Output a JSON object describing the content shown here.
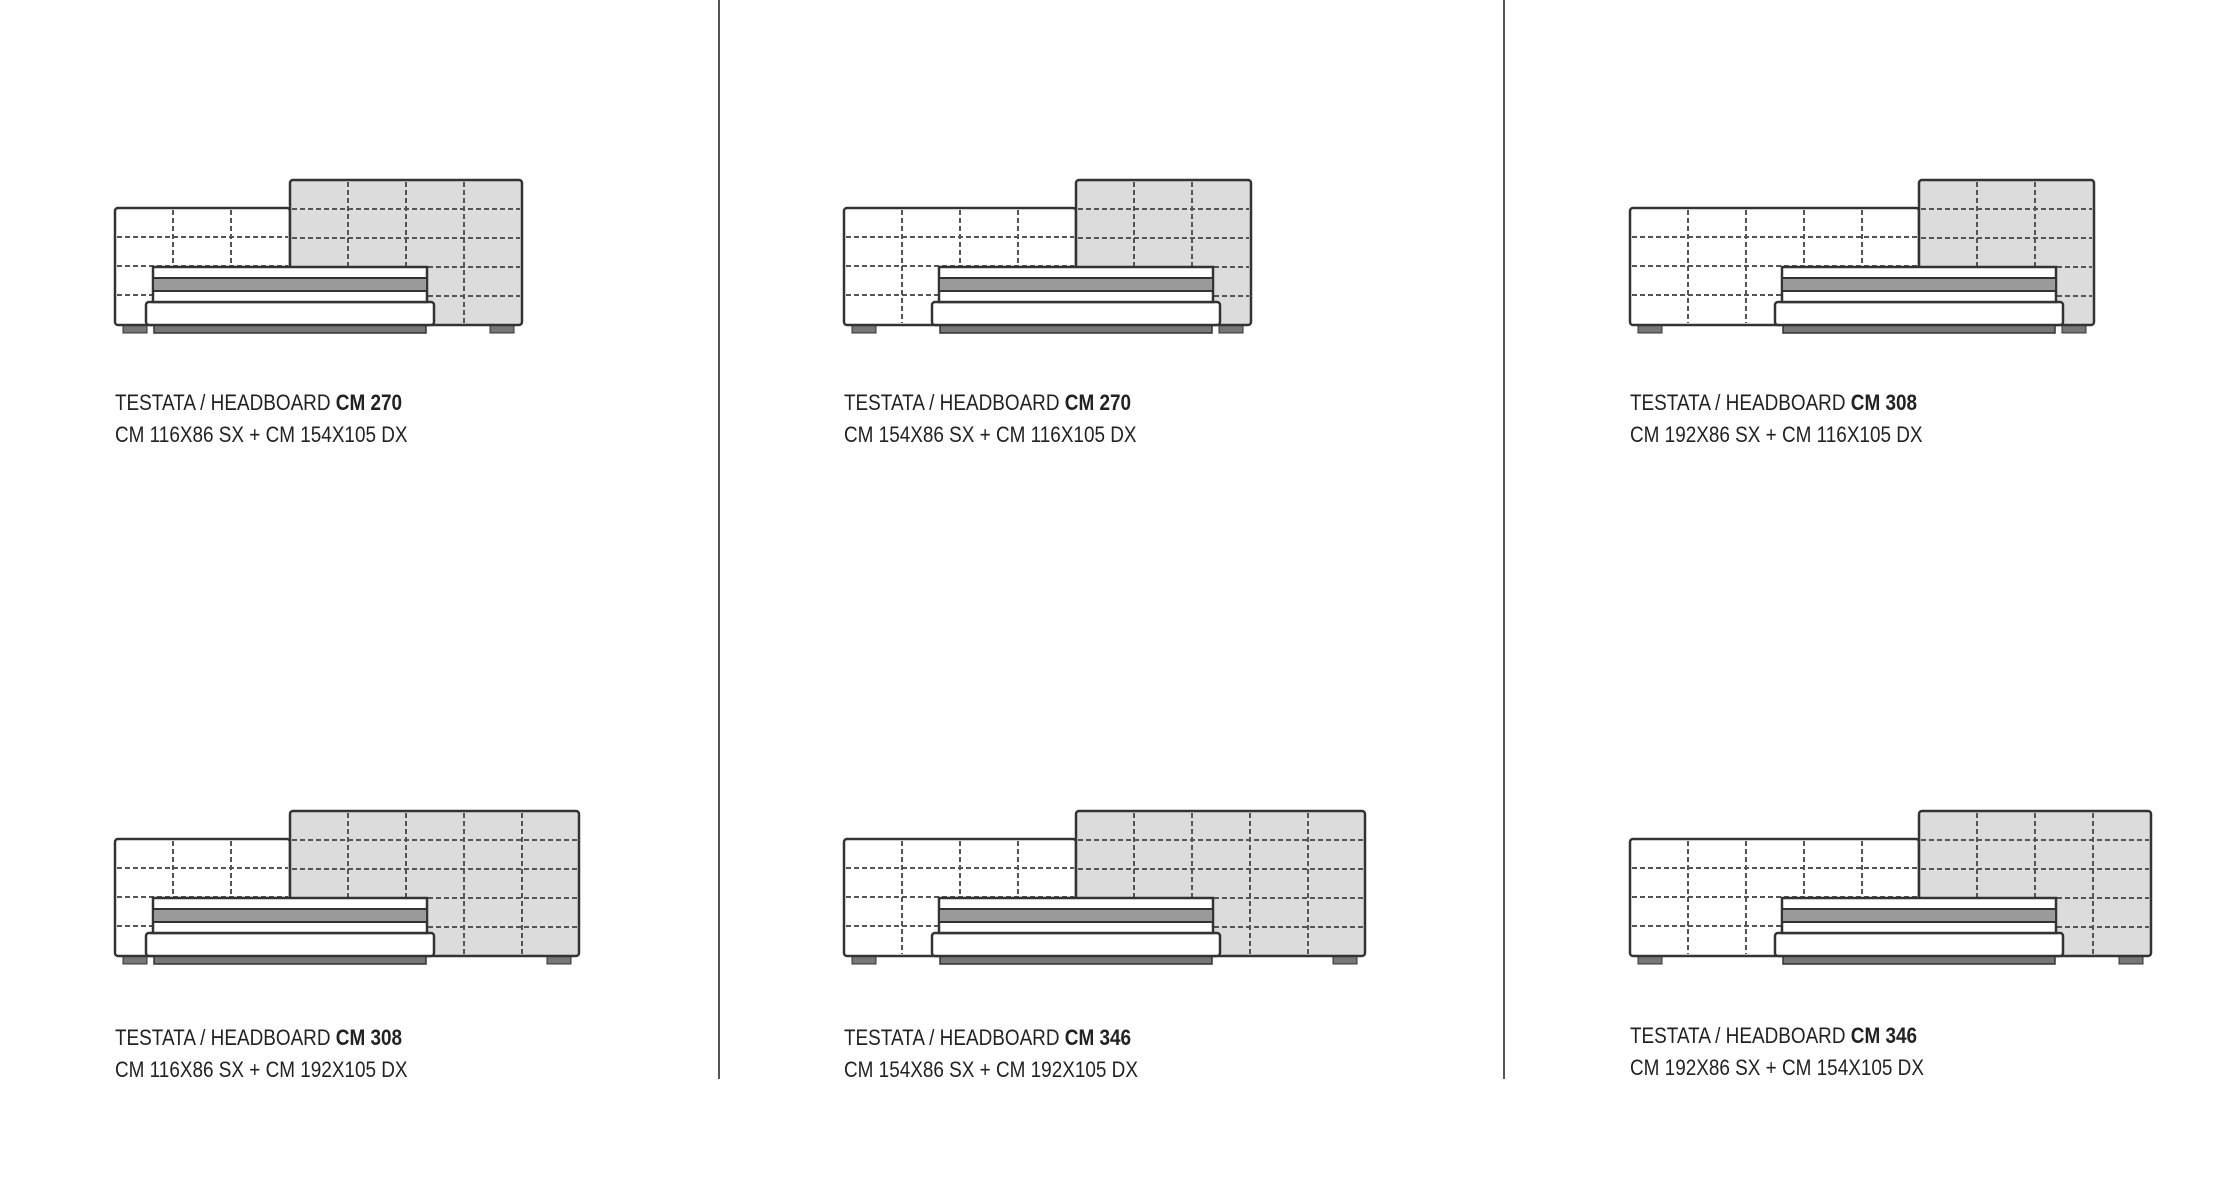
{
  "items": [
    {
      "label_prefix": "TESTATA / HEADBOARD",
      "total": "CM 270",
      "detail": "CM 116X86 SX + CM 154X105 DX",
      "sx_cm": 116,
      "dx_cm": 154
    },
    {
      "label_prefix": "TESTATA / HEADBOARD",
      "total": "CM 270",
      "detail": "CM 154X86 SX + CM 116X105 DX",
      "sx_cm": 154,
      "dx_cm": 116
    },
    {
      "label_prefix": "TESTATA / HEADBOARD",
      "total": "CM 308",
      "detail": "CM 192X86 SX + CM 116X105 DX",
      "sx_cm": 192,
      "dx_cm": 116
    },
    {
      "label_prefix": "TESTATA / HEADBOARD",
      "total": "CM 308",
      "detail": "CM 116X86 SX + CM 192X105 DX",
      "sx_cm": 116,
      "dx_cm": 192
    },
    {
      "label_prefix": "TESTATA / HEADBOARD",
      "total": "CM 346",
      "detail": "CM 154X86 SX + CM 192X105 DX",
      "sx_cm": 154,
      "dx_cm": 192
    },
    {
      "label_prefix": "TESTATA / HEADBOARD",
      "total": "CM 346",
      "detail": "CM 192X86 SX + CM 154X105 DX",
      "sx_cm": 192,
      "dx_cm": 154
    }
  ],
  "colors": {
    "outline": "#333333",
    "tall_fill": "#dcdcdc",
    "low_fill": "#ffffff",
    "stripe": "#9a9a9a",
    "leg": "#777777"
  }
}
